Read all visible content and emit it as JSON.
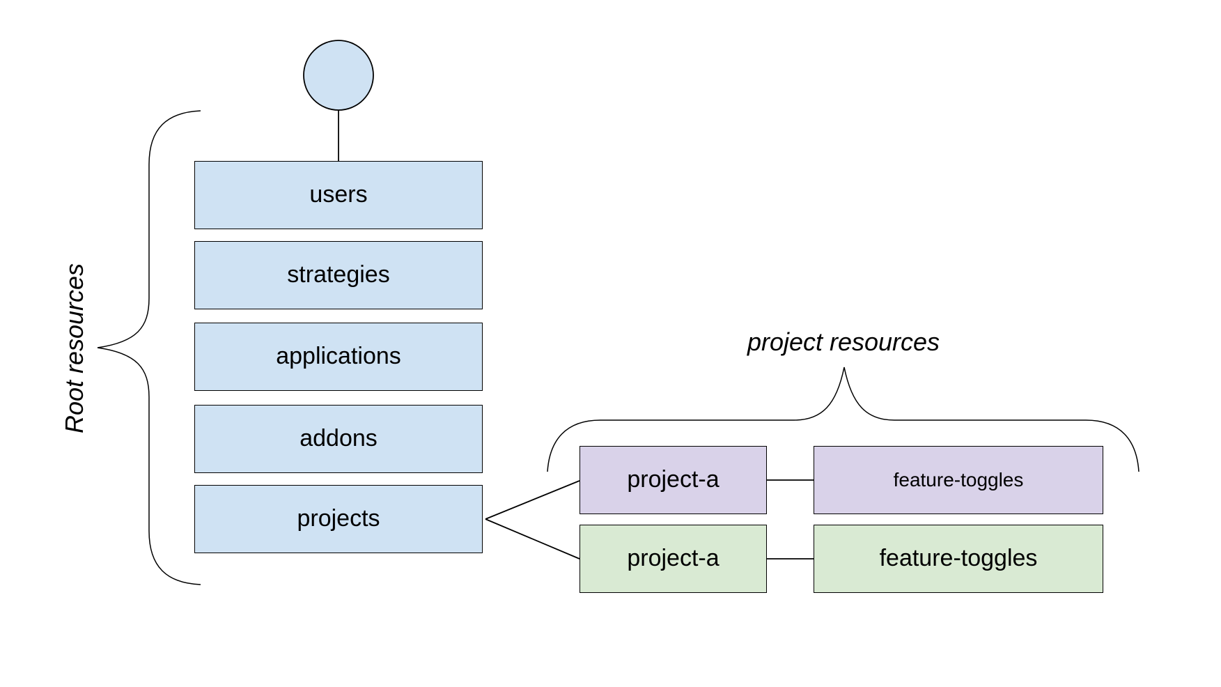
{
  "root_node": {
    "shape": "circle",
    "fill": "#cfe2f3"
  },
  "root_group": {
    "label": "Root resources",
    "fill": "#cfe2f3",
    "items": [
      {
        "label": "users"
      },
      {
        "label": "strategies"
      },
      {
        "label": "applications"
      },
      {
        "label": "addons"
      },
      {
        "label": "projects"
      }
    ]
  },
  "project_group": {
    "label": "project resources",
    "rows": [
      {
        "project": "project-a",
        "toggles": "feature-toggles",
        "fill": "#d9d2e9"
      },
      {
        "project": "project-a",
        "toggles": "feature-toggles",
        "fill": "#d9ead3"
      }
    ]
  },
  "colors": {
    "stroke": "#000000",
    "text": "#000000",
    "background": "#ffffff",
    "root_blue": "#cfe2f3",
    "project_purple": "#d9d2e9",
    "project_green": "#d9ead3"
  }
}
